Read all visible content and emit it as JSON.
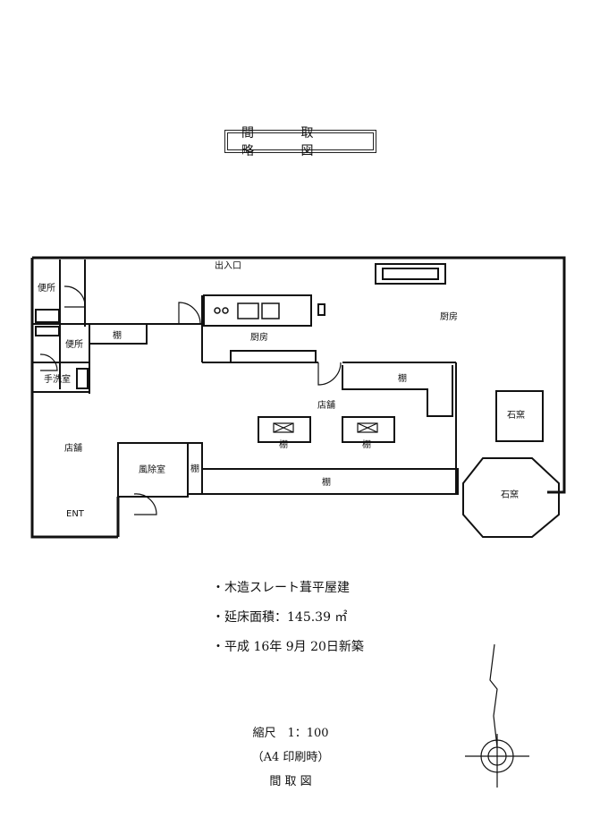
{
  "title": "間 取 略 図",
  "rooms": {
    "toilet1": "便所",
    "toilet2": "便所",
    "handwash": "手洗室",
    "shelf_top_left": "棚",
    "kitchen_small": "厨房",
    "kitchen_large": "厨房",
    "exit": "出入口",
    "shelf_right": "棚",
    "store_center": "店舗",
    "shelf_island1": "棚",
    "shelf_island2": "棚",
    "kiln_square": "石窯",
    "kiln_oct": "石窯",
    "store_left": "店舗",
    "dust_room": "風除室",
    "shelf_small": "棚",
    "shelf_long": "棚",
    "entrance": "ENT"
  },
  "info": {
    "line1": "・木造スレート葺平屋建",
    "line2": "・延床面積：145.39 ㎡",
    "line3": "・平成 16年 9月 20日新築"
  },
  "scale": {
    "ratio": "縮尺　1：100",
    "print": "（A4 印刷時）",
    "label": "間 取 図"
  }
}
